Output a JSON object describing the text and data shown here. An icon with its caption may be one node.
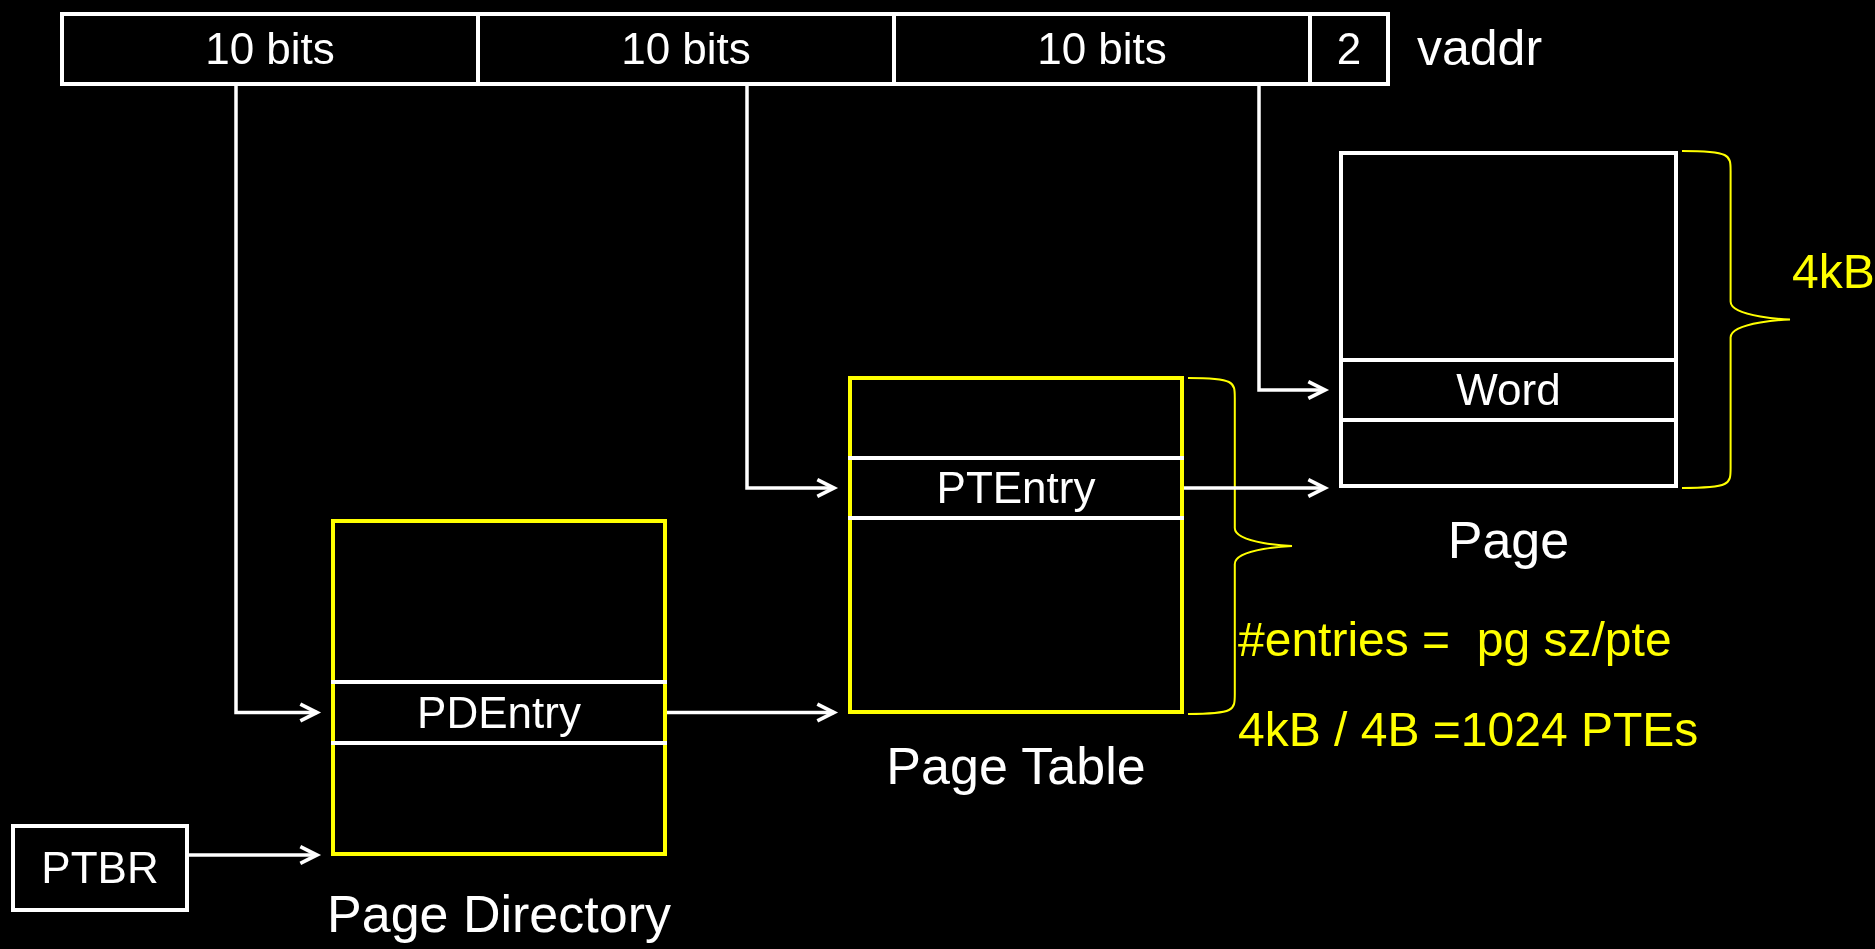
{
  "diagram": {
    "nodes": [
      {
        "text": [
          "10 bits"
        ]
      },
      {
        "text": [
          "10 bits"
        ]
      },
      {
        "text": [
          "10 bits"
        ]
      },
      {
        "text": [
          "2"
        ]
      },
      {
        "text": [
          "Page"
        ]
      },
      {
        "text": [
          "Word"
        ],
        "in": 4
      },
      {
        "text": [
          "Page Table"
        ]
      },
      {
        "text": [
          "PTEntry"
        ],
        "in": 6
      },
      {
        "text": [
          "Page Directory"
        ]
      },
      {
        "text": [
          "PDEntry"
        ],
        "in": 8
      },
      {
        "text": [
          "PTBR"
        ]
      }
    ],
    "edges": [
      {
        "from": 0,
        "to": 9,
        "arrow": "to"
      },
      {
        "from": 1,
        "to": 7,
        "arrow": "to"
      },
      {
        "from": 2,
        "to": 5,
        "arrow": "to"
      },
      {
        "from": 9,
        "to": 6,
        "arrow": "to"
      },
      {
        "from": 7,
        "to": 4,
        "arrow": "to"
      },
      {
        "from": 10,
        "to": 8,
        "arrow": "to"
      }
    ],
    "labels": [
      "vaddr",
      "4kB",
      "#entries =  pg sz/pte",
      "4kB / 4B =1024 PTEs"
    ]
  }
}
